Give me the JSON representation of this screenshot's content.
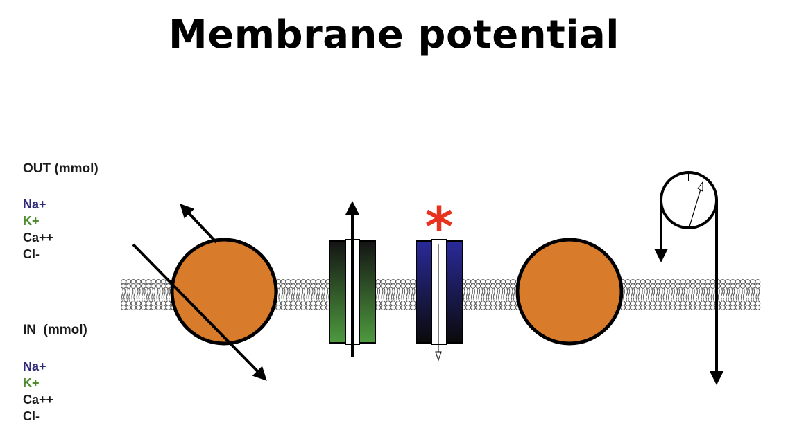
{
  "title": "Membrane potential",
  "out_section": {
    "label": "OUT (mmol)",
    "ions": [
      {
        "text": "Na+",
        "color": "#2e2a78"
      },
      {
        "text": "K+",
        "color": "#4e8a2e"
      },
      {
        "text": "Ca++",
        "color": "#1a1a1a"
      },
      {
        "text": "Cl-",
        "color": "#1a1a1a"
      }
    ]
  },
  "in_section": {
    "label": "IN  (mmol)",
    "ions": [
      {
        "text": "Na+",
        "color": "#2e2a78"
      },
      {
        "text": "K+",
        "color": "#4e8a2e"
      },
      {
        "text": "Ca++",
        "color": "#1a1a1a"
      },
      {
        "text": "Cl-",
        "color": "#1a1a1a"
      }
    ]
  },
  "colors": {
    "transporter": "#d87c2c",
    "k_channel": "#4e9a3e",
    "na_channel": "#2a2a9a",
    "asterisk": "#e8321e"
  },
  "asterisk_text": "*"
}
